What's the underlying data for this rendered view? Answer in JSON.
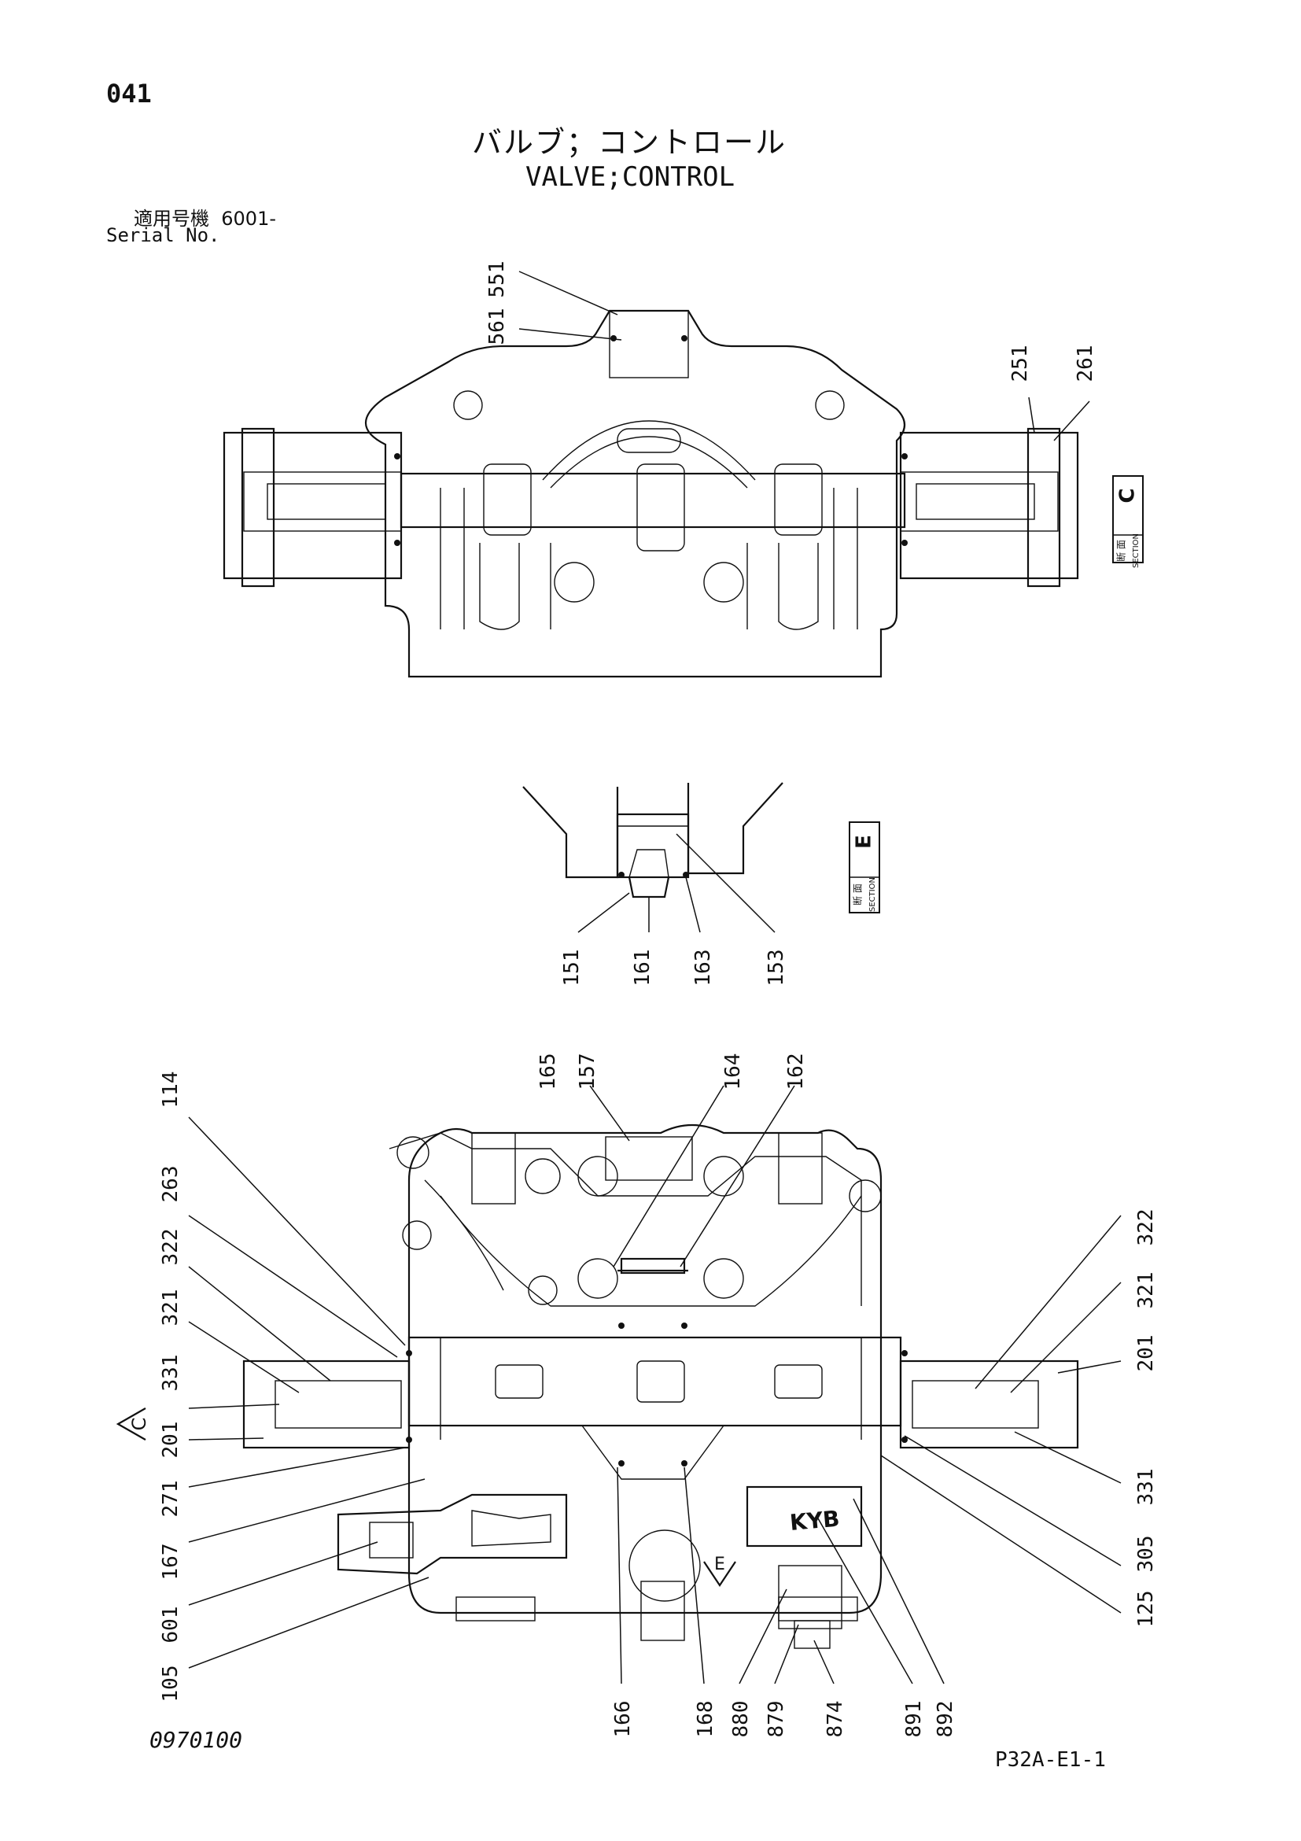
{
  "header": {
    "page_number": "041",
    "title_jp": "バルブ；コントロール",
    "title_en": "VALVE;CONTROL",
    "serial_label_jp": "適用号機",
    "serial_value": "6001-",
    "serial_label_en": "Serial No."
  },
  "footer": {
    "left_code": "0970100",
    "right_code": "P32A-E1-1"
  },
  "sections": {
    "c": {
      "jp": "断 面",
      "en": "SECTION",
      "letter": "C"
    },
    "e": {
      "jp": "断 面",
      "en": "SECTION",
      "letter": "E"
    }
  },
  "view_markers": {
    "c": "C",
    "e": "E"
  },
  "callouts": {
    "n551": "551",
    "n561": "561",
    "n251": "251",
    "n261": "261",
    "n151": "151",
    "n161": "161",
    "n163": "163",
    "n153": "153",
    "n114": "114",
    "n263": "263",
    "n322a": "322",
    "n321a": "321",
    "n331a": "331",
    "n201a": "201",
    "n271": "271",
    "n167": "167",
    "n601": "601",
    "n105": "105",
    "n165": "165",
    "n157": "157",
    "n164": "164",
    "n162": "162",
    "n322b": "322",
    "n321b": "321",
    "n201b": "201",
    "n331b": "331",
    "n305": "305",
    "n125": "125",
    "n166": "166",
    "n168": "168",
    "n880": "880",
    "n879": "879",
    "n874": "874",
    "n891": "891",
    "n892": "892"
  },
  "nameplate": {
    "brand": "KYB"
  }
}
